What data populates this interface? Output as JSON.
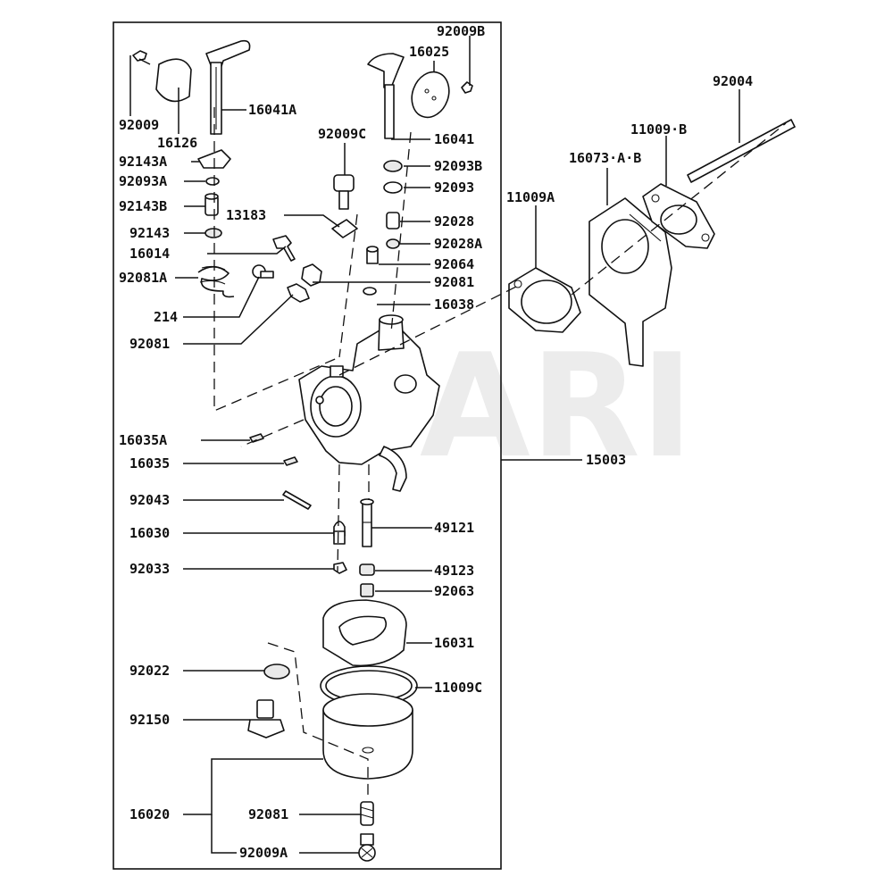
{
  "watermark": "ARI",
  "labels": {
    "l92009B": "92009B",
    "l16025": "16025",
    "l92004": "92004",
    "l16041A": "16041A",
    "l92009": "92009",
    "l11009B": "11009·B",
    "l92009C": "92009C",
    "l16041": "16041",
    "l16126": "16126",
    "l16073AB": "16073·A·B",
    "l92143A": "92143A",
    "l92093B": "92093B",
    "l92093A": "92093A",
    "l92093": "92093",
    "l11009A": "11009A",
    "l92143B": "92143B",
    "l13183": "13183",
    "l92028": "92028",
    "l92143": "92143",
    "l92028A": "92028A",
    "l16014": "16014",
    "l92064": "92064",
    "l92081A": "92081A",
    "l92081a": "92081",
    "l214": "214",
    "l16038": "16038",
    "l92081b": "92081",
    "l16035A": "16035A",
    "l15003": "15003",
    "l16035": "16035",
    "l92043": "92043",
    "l16030": "16030",
    "l49121": "49121",
    "l92033": "92033",
    "l49123": "49123",
    "l92063": "92063",
    "l16031": "16031",
    "l92022": "92022",
    "l11009C": "11009C",
    "l92150": "92150",
    "l16020": "16020",
    "l92081c": "92081",
    "l92009A": "92009A"
  }
}
